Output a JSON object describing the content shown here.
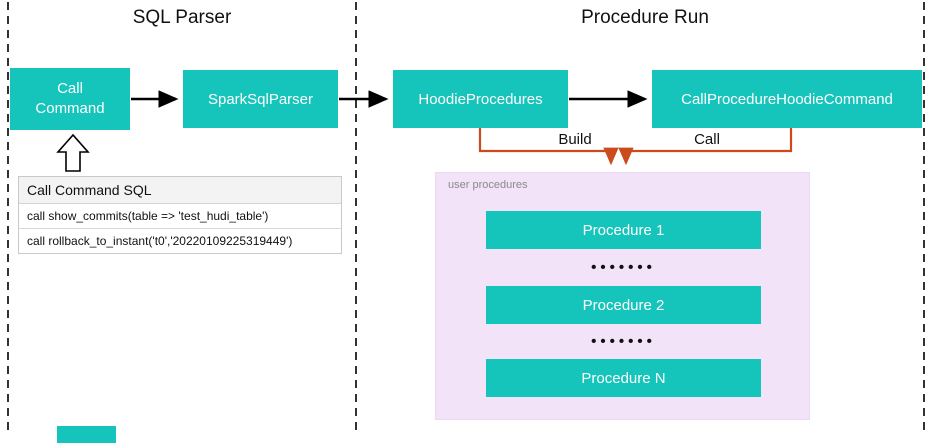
{
  "sql_parser": {
    "title": "SQL Parser",
    "nodes": {
      "call_command": "Call\nCommand",
      "spark_sql_parser": "SparkSqlParser"
    },
    "sql_box": {
      "header": "Call Command SQL",
      "rows": [
        "call show_commits(table => 'test_hudi_table')",
        "call rollback_to_instant('t0','20220109225319449')"
      ]
    }
  },
  "procedure_run": {
    "title": "Procedure Run",
    "nodes": {
      "hoodie_procedures": "HoodieProcedures",
      "call_procedure_hoodie_command": "CallProcedureHoodieCommand"
    },
    "edge_labels": {
      "build": "Build",
      "call": "Call"
    },
    "user_procedures": {
      "label": "user procedures",
      "items": [
        "Procedure 1",
        "Procedure 2",
        "Procedure N"
      ],
      "dots": "•••••••"
    }
  },
  "colors": {
    "node_teal": "#15C5BB",
    "container_purple": "#F2E3F8",
    "connector_orange": "#CC4B1C",
    "arrow_black": "#000000",
    "dashed_border": "#000000"
  }
}
